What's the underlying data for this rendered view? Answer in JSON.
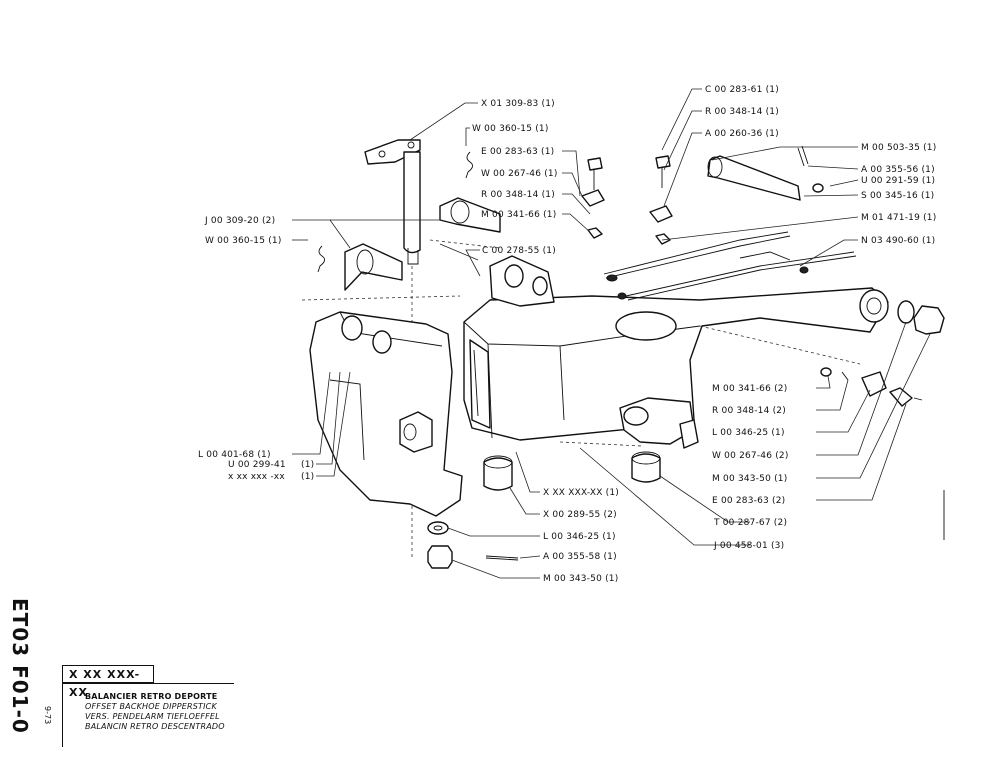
{
  "labels": {
    "top_left": [
      {
        "id": "x01309",
        "text": "X 01 309-83 (1)"
      },
      {
        "id": "w00360a",
        "text": "W 00 360-15 (1)"
      },
      {
        "id": "e00283",
        "text": "E 00 283-63 (1)"
      },
      {
        "id": "w00267",
        "text": "W 00 267-46 (1)"
      },
      {
        "id": "r00348",
        "text": "R 00 348-14 (1)"
      },
      {
        "id": "m00341",
        "text": "M 00 341-66 (1)"
      },
      {
        "id": "j00309",
        "text": "J 00 309-20 (2)"
      },
      {
        "id": "w00360b",
        "text": "W 00 360-15 (1)"
      },
      {
        "id": "c00278",
        "text": "C 00 278-55 (1)"
      }
    ],
    "top_right": [
      {
        "id": "c00283",
        "text": "C 00 283-61 (1)"
      },
      {
        "id": "r00348b",
        "text": "R 00 348-14 (1)"
      },
      {
        "id": "a00260",
        "text": "A 00 260-36 (1)"
      },
      {
        "id": "m00503",
        "text": "M 00 503-35 (1)"
      },
      {
        "id": "a00355a",
        "text": "A 00 355-56 (1)"
      },
      {
        "id": "u00291",
        "text": "U 00 291-59 (1)"
      },
      {
        "id": "s00345",
        "text": "S 00 345-16 (1)"
      },
      {
        "id": "m01471",
        "text": "M 01 471-19 (1)"
      },
      {
        "id": "n03490",
        "text": "N 03 490-60 (1)"
      }
    ],
    "right": [
      {
        "id": "m00341b",
        "text": "M 00 341-66 (2)"
      },
      {
        "id": "r00348c",
        "text": "R 00 348-14 (2)"
      },
      {
        "id": "l00346a",
        "text": "L 00 346-25 (1)"
      },
      {
        "id": "w00267b",
        "text": "W 00 267-46 (2)"
      },
      {
        "id": "m00343a",
        "text": "M 00 343-50 (1)"
      },
      {
        "id": "e00283b",
        "text": "E 00 283-63 (2)"
      },
      {
        "id": "t00287",
        "text": "T 00 287-67 (2)"
      },
      {
        "id": "j00458",
        "text": "J 00 458-01 (3)"
      }
    ],
    "left": [
      {
        "id": "l00401",
        "text": "L 00 401-68 (1)"
      },
      {
        "id": "u00299",
        "text": "U 00 299-41"
      },
      {
        "id": "u00299q",
        "text": "(1)"
      },
      {
        "id": "xxxa",
        "text": "x xx xxx -xx"
      },
      {
        "id": "xxxaq",
        "text": "(1)"
      }
    ],
    "bottom": [
      {
        "id": "xxxb",
        "text": "X XX XXX-XX (1)"
      },
      {
        "id": "x00289",
        "text": "X 00 289-55 (2)"
      },
      {
        "id": "l00346b",
        "text": "L 00 346-25 (1)"
      },
      {
        "id": "a00355b",
        "text": "A 00 355-58 (1)"
      },
      {
        "id": "m00343b",
        "text": "M 00 343-50 (1)"
      }
    ]
  },
  "sheet": {
    "code": "ET03 F01-0",
    "date": "9-73",
    "serial": "X XX XXX- XX",
    "title_lines": [
      "BALANCIER RETRO DEPORTE",
      "OFFSET BACKHOE DIPPERSTICK",
      "VERS. PENDELARM TIEFLOEFFEL",
      "BALANCIN RETRO DESCENTRADO"
    ]
  }
}
